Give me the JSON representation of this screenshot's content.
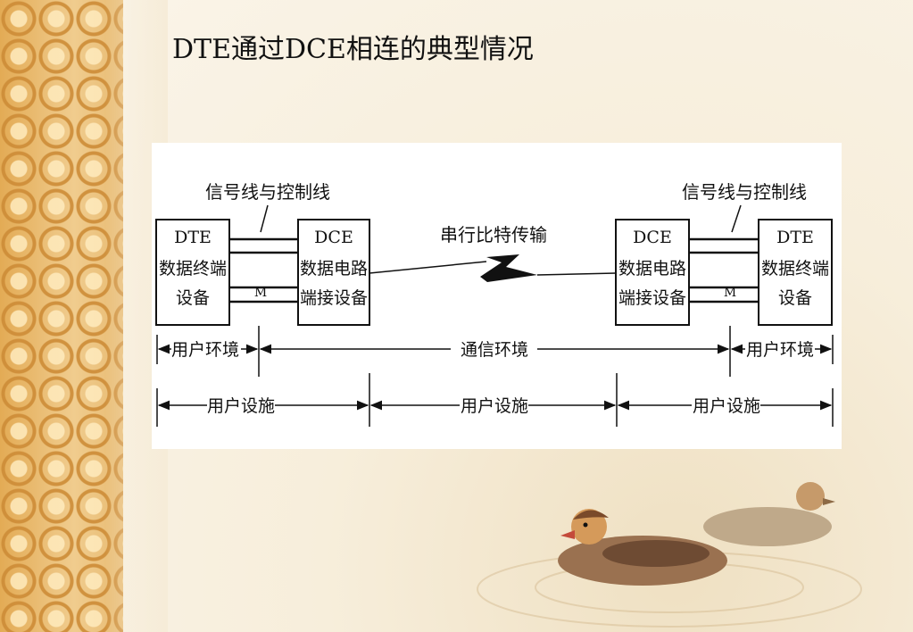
{
  "slide": {
    "title": "DTE通过DCE相连的典型情况"
  },
  "diagram": {
    "signal_label_left": "信号线与控制线",
    "signal_label_right": "信号线与控制线",
    "serial_label": "串行比特传输",
    "dte_left": {
      "line1": "DTE",
      "line2": "数据终端",
      "line3": "设备"
    },
    "dce_left": {
      "line1": "DCE",
      "line2": "数据电路",
      "line3": "端接设备"
    },
    "dce_right": {
      "line1": "DCE",
      "line2": "数据电路",
      "line3": "端接设备"
    },
    "dte_right": {
      "line1": "DTE",
      "line2": "数据终端",
      "line3": "设备"
    },
    "m_left": "M",
    "m_right": "M",
    "env_user_left": "用户环境",
    "env_comm": "通信环境",
    "env_user_right": "用户环境",
    "fac_left": "用户设施",
    "fac_middle": "用户设施",
    "fac_right": "用户设施"
  },
  "colors": {
    "ink": "#111111",
    "figure_bg": "#ffffff",
    "side_pattern": "#e7b869"
  }
}
